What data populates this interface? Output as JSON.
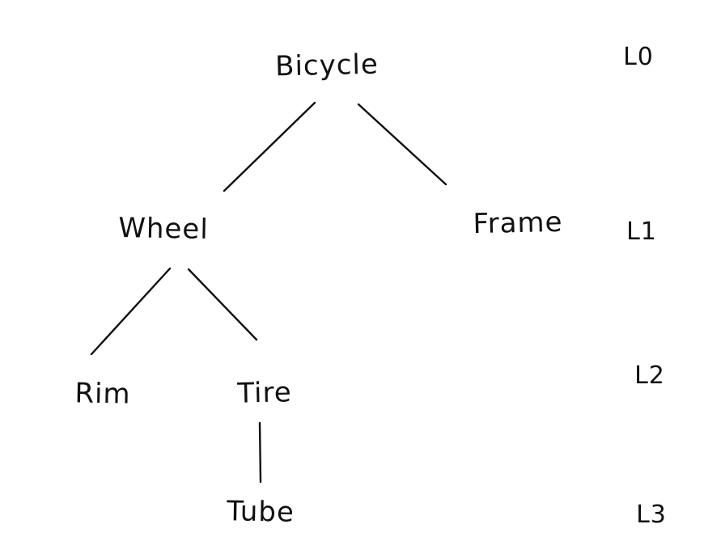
{
  "diagram": {
    "type": "tree",
    "description": "Hand-drawn hierarchy tree of bicycle parts with depth level labels on the right",
    "nodes": [
      {
        "id": "bicycle",
        "label": "Bicycle",
        "level": "L0"
      },
      {
        "id": "wheel",
        "label": "Wheel",
        "level": "L1"
      },
      {
        "id": "frame",
        "label": "Frame",
        "level": "L1"
      },
      {
        "id": "rim",
        "label": "Rim",
        "level": "L2"
      },
      {
        "id": "tire",
        "label": "Tire",
        "level": "L2"
      },
      {
        "id": "tube",
        "label": "Tube",
        "level": "L3"
      }
    ],
    "edges": [
      {
        "from": "Bicycle",
        "to": "Wheel"
      },
      {
        "from": "Bicycle",
        "to": "Frame"
      },
      {
        "from": "Wheel",
        "to": "Rim"
      },
      {
        "from": "Wheel",
        "to": "Tire"
      },
      {
        "from": "Tire",
        "to": "Tube"
      }
    ],
    "level_labels": [
      "L0",
      "L1",
      "L2",
      "L3"
    ],
    "colors": {
      "ink": "#111111",
      "background": "#ffffff"
    }
  }
}
